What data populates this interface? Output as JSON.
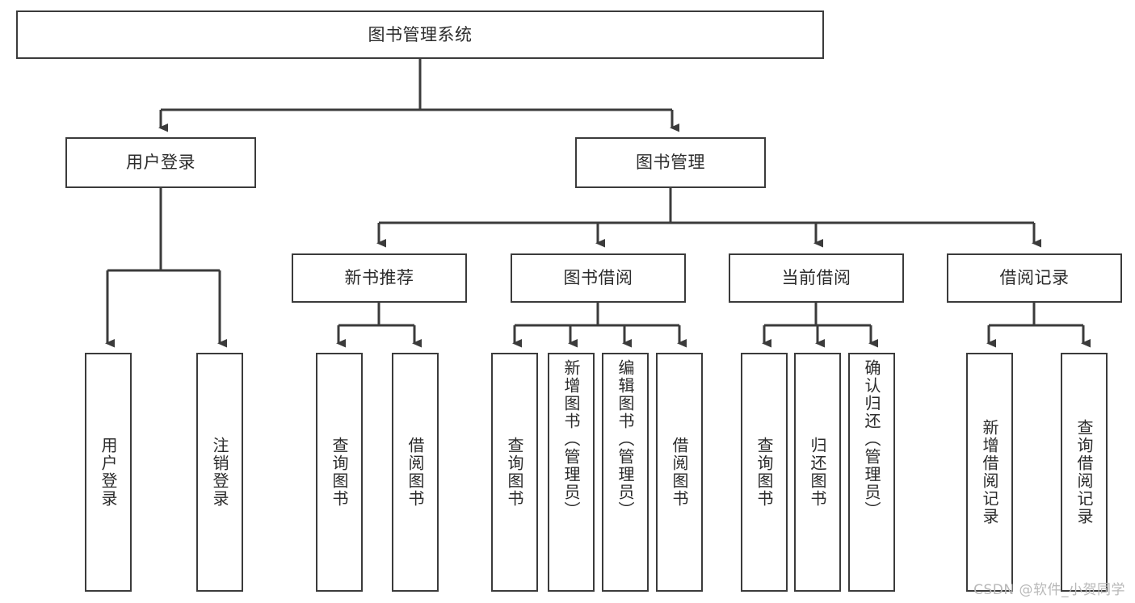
{
  "diagram": {
    "type": "tree",
    "title": "图书管理系统",
    "watermark": "CSDN @软件_小贺同学",
    "colors": {
      "stroke": "#3b3b3b",
      "fill": "#ffffff",
      "text": "#2b2b2b",
      "watermark": "#b8b8b8"
    },
    "levels": {
      "root": {
        "label": "图书管理系统"
      },
      "level2": [
        {
          "label": "用户登录"
        },
        {
          "label": "图书管理"
        }
      ],
      "level3": [
        {
          "label": "新书推荐"
        },
        {
          "label": "图书借阅"
        },
        {
          "label": "当前借阅"
        },
        {
          "label": "借阅记录"
        }
      ]
    },
    "leaves": {
      "user_login": [
        {
          "label": "用户登录"
        },
        {
          "label": "注销登录"
        }
      ],
      "new_book_recommend": [
        {
          "label": "查询图书"
        },
        {
          "label": "借阅图书"
        }
      ],
      "book_borrow": [
        {
          "label": "查询图书"
        },
        {
          "label": "新增图书（管理员）"
        },
        {
          "label": "编辑图书（管理员）"
        },
        {
          "label": "借阅图书"
        }
      ],
      "current_borrow": [
        {
          "label": "查询图书"
        },
        {
          "label": "归还图书"
        },
        {
          "label": "确认归还（管理员）"
        }
      ],
      "borrow_record": [
        {
          "label": "新增借阅记录"
        },
        {
          "label": "查询借阅记录"
        }
      ]
    }
  }
}
